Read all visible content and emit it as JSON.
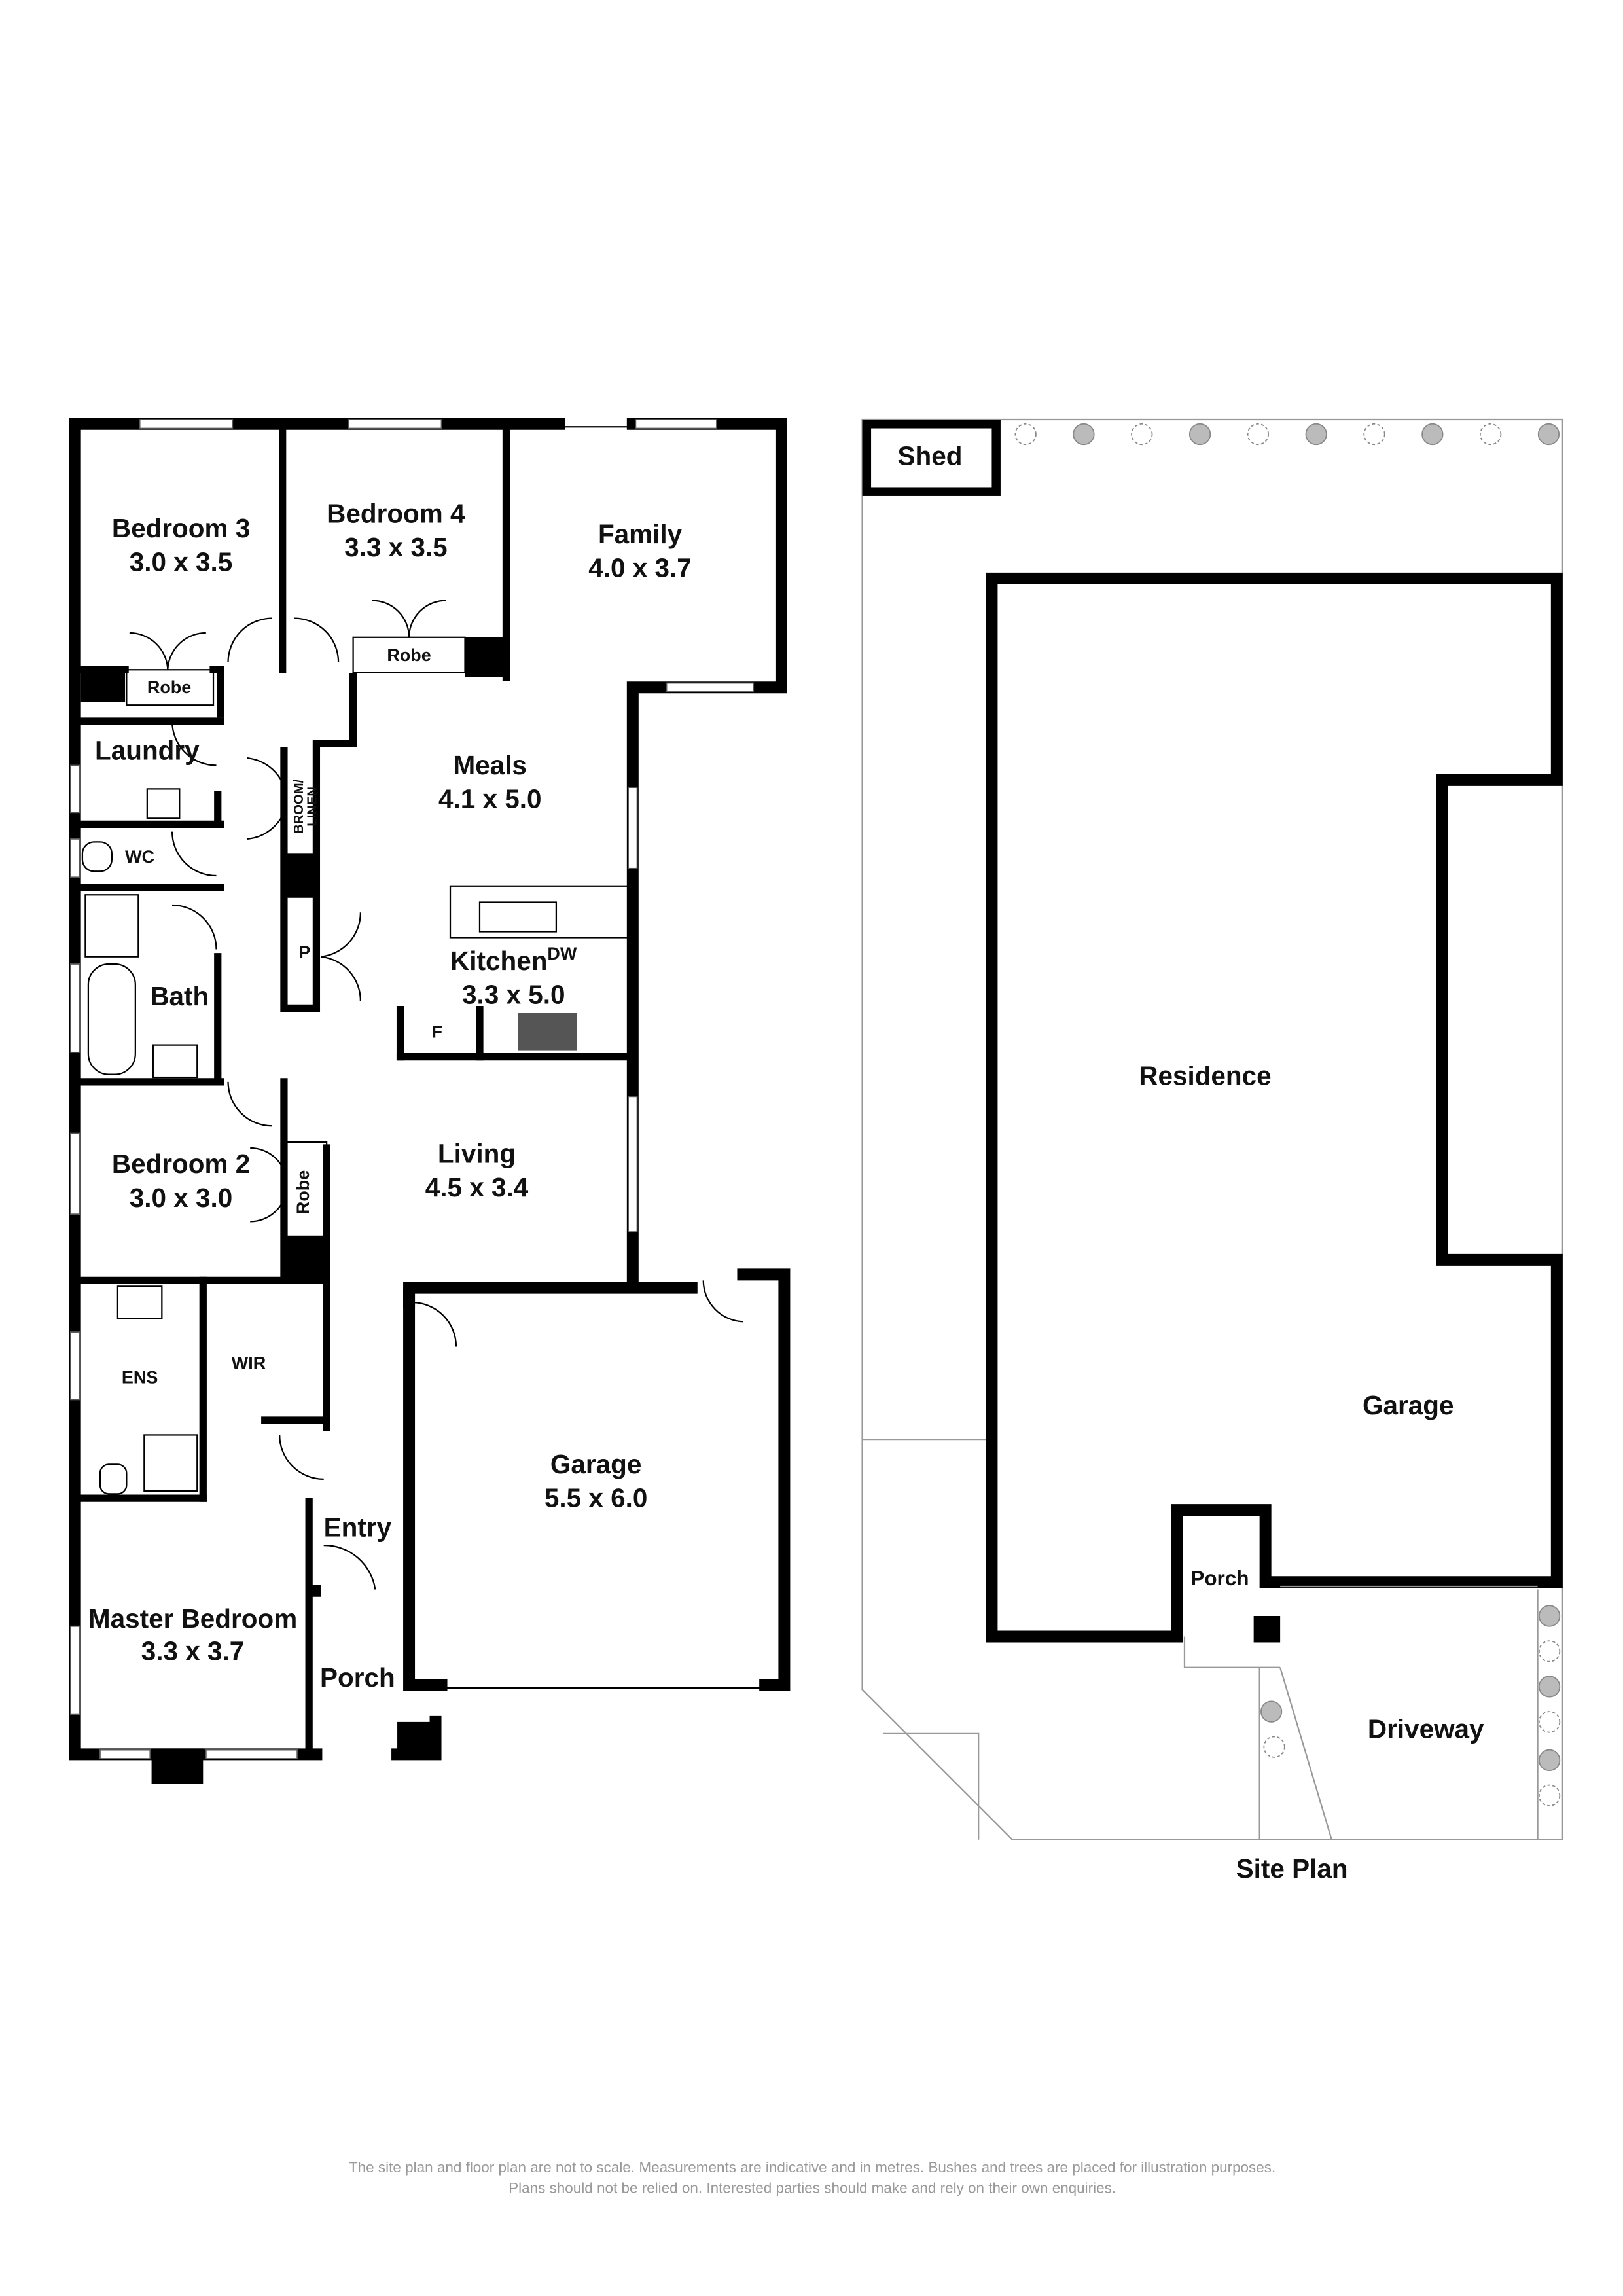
{
  "floor_plan": {
    "rooms": [
      {
        "name": "Bedroom 3",
        "size": "3.0 x 3.5"
      },
      {
        "name": "Bedroom 4",
        "size": "3.3 x 3.5"
      },
      {
        "name": "Family",
        "size": "4.0 x 3.7"
      },
      {
        "name": "Meals",
        "size": "4.1 x 5.0"
      },
      {
        "name": "Kitchen",
        "size": "3.3 x 5.0",
        "superscript": "DW"
      },
      {
        "name": "Living",
        "size": "4.5 x 3.4"
      },
      {
        "name": "Bedroom 2",
        "size": "3.0 x 3.0"
      },
      {
        "name": "Garage",
        "size": "5.5 x 6.0"
      },
      {
        "name": "Master Bedroom",
        "size": "3.3 x 3.7"
      }
    ],
    "small_labels": {
      "robe": "Robe",
      "laundry": "Laundry",
      "wc": "WC",
      "bath": "Bath",
      "broom_linen_1": "BROOM/",
      "broom_linen_2": "LINEN",
      "pantry": "P",
      "fridge": "F",
      "ens": "ENS",
      "wir": "WIR",
      "entry": "Entry",
      "porch": "Porch"
    }
  },
  "site_plan": {
    "title": "Site Plan",
    "labels": {
      "shed": "Shed",
      "residence": "Residence",
      "garage": "Garage",
      "porch": "Porch",
      "driveway": "Driveway"
    }
  },
  "disclaimer": {
    "line1": "The site plan and floor plan are not to scale. Measurements are indicative and in metres. Bushes and trees are placed for illustration purposes.",
    "line2": "Plans should not be relied on. Interested parties should make and rely on their own enquiries."
  }
}
